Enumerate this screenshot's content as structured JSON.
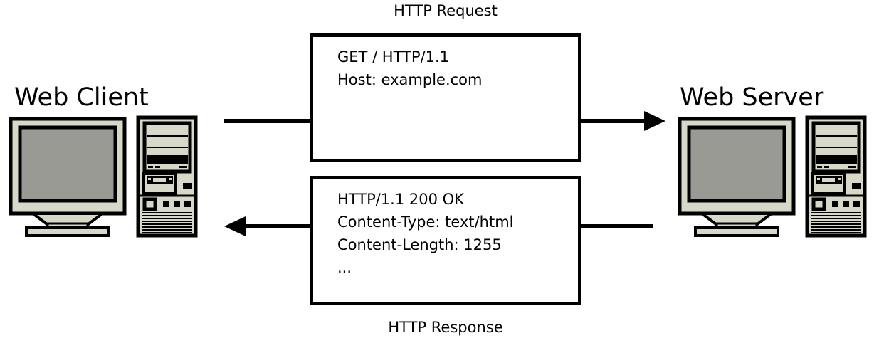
{
  "diagram": {
    "client_label": "Web Client",
    "server_label": "Web Server",
    "request": {
      "title": "HTTP Request",
      "lines": [
        "GET / HTTP/1.1",
        "Host: example.com"
      ]
    },
    "response": {
      "title": "HTTP Response",
      "lines": [
        "HTTP/1.1 200 OK",
        "Content-Type: text/html",
        "Content-Length: 1255",
        "..."
      ]
    },
    "icons": {
      "client": "desktop-computer-icon",
      "server": "desktop-computer-icon"
    },
    "colors": {
      "line": "#000000",
      "case_beige": "#d8d8c8",
      "screen_gray": "#9a9a94",
      "background": "#ffffff"
    }
  }
}
